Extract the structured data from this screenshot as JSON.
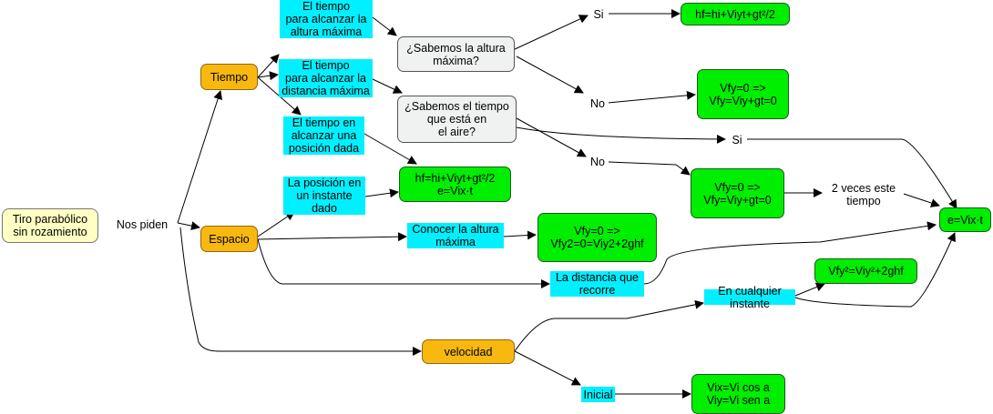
{
  "colors": {
    "root": "#ffffc4",
    "category": "#f9b80f",
    "question": "#f0f2f2",
    "result": "#00ee00",
    "cyan": "#00f0ff",
    "edge": "#000000"
  },
  "nodes": {
    "root": "Tiro parabólico\nsin rozamiento",
    "nos_piden": "Nos piden",
    "tiempo": "Tiempo",
    "espacio": "Espacio",
    "velocidad": "velocidad",
    "t_altura_maxima": "El tiempo\npara alcanzar la\naltura máxima",
    "t_distancia_maxima": "El tiempo\npara alcanzar la\ndistancia máxima",
    "t_posicion_dada": "El tiempo en\nalcanzar una\nposición dada",
    "q_altura": "¿Sabemos la altura\nmáxima?",
    "q_tiempo_aire": "¿Sabemos el tiempo\nque está en\nel aire?",
    "si_1": "Si",
    "no_1": "No",
    "si_2": "Si",
    "no_2": "No",
    "r_hf_1": "hf=hi+Viyt+gt²/2",
    "r_vfy_1": "Vfy=0 =>\nVfy=Viy+gt=0",
    "r_vfy_2": "Vfy=0 =>\nVfy=Viy+gt=0",
    "dos_veces": "2 veces este\ntiempo",
    "r_evix": "e=Vix·t",
    "pos_instante": "La posición en\nun instante\ndado",
    "r_hf_e": "hf=hi+Viyt+gt²/2\ne=Vix·t",
    "conocer_altura": "Conocer la altura\nmáxima",
    "r_vfy_alt": "Vfy=0 =>\nVfy2=0=Viy2+2ghf",
    "distancia_recorre": "La distancia que\nrecorre",
    "cualquier_instante": "En cualquier instante",
    "r_vfy2": "Vfy²=Viy²+2ghf",
    "inicial": "Inicial",
    "r_vix": "Vix=Vi cos a\nViy=Vi sen a"
  }
}
